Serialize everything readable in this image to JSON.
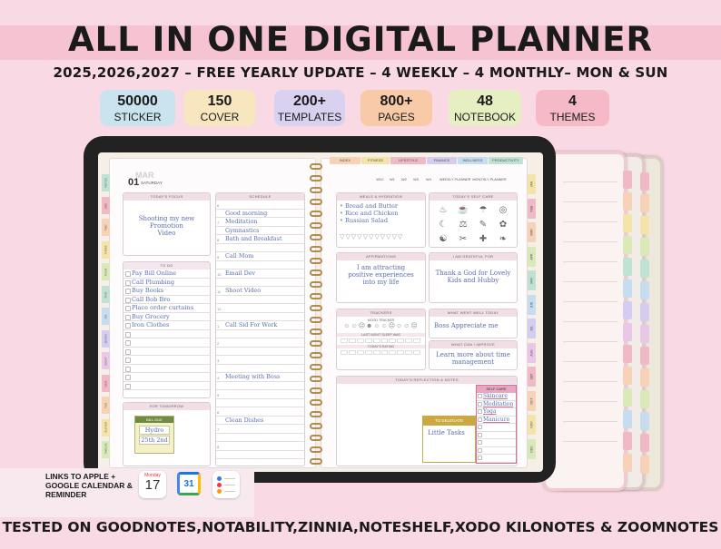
{
  "header": {
    "title": "ALL IN ONE DIGITAL PLANNER",
    "subtitle": "2025,2026,2027 – FREE YEARLY UPDATE – 4 WEEKLY – 4 MONTHLY– MON & SUN"
  },
  "badges": [
    {
      "number": "50000",
      "label": "STICKER",
      "color": "#c9e3ef"
    },
    {
      "number": "150",
      "label": "COVER",
      "color": "#f8e6bf"
    },
    {
      "number": "200+",
      "label": "TEMPLATES",
      "color": "#d8d2f0"
    },
    {
      "number": "800+",
      "label": "PAGES",
      "color": "#f8caa8"
    },
    {
      "number": "48",
      "label": "NOTEBOOK",
      "color": "#e6efc2"
    },
    {
      "number": "4",
      "label": "THEMES",
      "color": "#f5b9c7"
    }
  ],
  "planner": {
    "top_tabs": [
      "INDEX",
      "FITNESS",
      "LIFESTYLE",
      "FINANCE",
      "WELLNESS",
      "PRODUCTIVITY"
    ],
    "week_tabs": [
      "W1C",
      "W1",
      "W2",
      "W3",
      "W4",
      "WEEKLY PLANNER",
      "MONTHLY PLANNER"
    ],
    "left_tabs": [
      "NOTES",
      "ONE",
      "TWO",
      "THREE",
      "FOUR",
      "FIVE",
      "SIX",
      "SEVEN",
      "EIGHT",
      "NINE",
      "TEN",
      "ELEVEN",
      "TWELVE"
    ],
    "month_tabs": [
      "JAN",
      "FEB",
      "MAR",
      "APR",
      "MAY",
      "JUN",
      "JUL",
      "AUG",
      "SEP",
      "OCT",
      "NOV",
      "DEC"
    ],
    "date": {
      "day": "01",
      "month": "MAR",
      "weekday": "SATURDAY"
    },
    "focus": {
      "header": "TODAY'S FOCUS",
      "lines": [
        "Shooting my new",
        "Promotion",
        "Video"
      ]
    },
    "todo": {
      "header": "TO DO",
      "items": [
        "Pay Bill Online",
        "Call Plumbing",
        "Buy Books",
        "Call Bob Bro",
        "Place order curtains",
        "Buy Grocery",
        "Iron Clothes"
      ]
    },
    "tomorrow": {
      "header": "FOR TOMORROW",
      "sticker_label": "BILL DUE",
      "sticker_lines": [
        "Hydro",
        "25th 2nd"
      ]
    },
    "schedule": {
      "header": "SCHEDULE",
      "hours": [
        "6",
        "7",
        "8",
        "9",
        "10",
        "11",
        "12",
        "1",
        "2",
        "3",
        "4",
        "5",
        "6",
        "7",
        "8",
        "9",
        "10"
      ],
      "entries": [
        "",
        "Good morning",
        "Meditation",
        "Gymnastics",
        "Bath and Breakfast",
        "",
        "Call Mom",
        "",
        "Email Dev",
        "",
        "Shoot Video",
        "",
        "",
        "",
        "Call Sid For Work",
        "",
        "",
        "",
        "",
        "",
        "Meeting with Boss",
        "",
        "",
        "",
        "",
        "Clean Dishes",
        "",
        "",
        "",
        ""
      ]
    },
    "meals": {
      "header": "MEALS & HYDRATION",
      "items": [
        "Bread and Butter",
        "Rice and Chicken",
        "Russian Salad"
      ]
    },
    "selfcare_icons": {
      "header": "TODAY'S SELF CARE",
      "icons": [
        "bath-icon",
        "cup-icon",
        "shower-icon",
        "mirror-icon",
        "bed-icon",
        "dumbbell-icon",
        "book-icon",
        "plant-icon",
        "meditation-icon",
        "brush-icon",
        "pill-icon",
        "leaf-icon"
      ]
    },
    "affirmations": {
      "header": "AFFIRMATIONS",
      "lines": [
        "I am attracting",
        "positive experiences",
        "into my life"
      ]
    },
    "grateful": {
      "header": "I AM GRATEFUL FOR",
      "lines": [
        "Thank a God for Lovely",
        "Kids and Hubby"
      ]
    },
    "trackers": {
      "header": "TRACKERS",
      "mood": "MOOD TRACKER",
      "sleep": "LAST NIGHT SLEEP WAS",
      "rating": "TODAY'S RATING"
    },
    "went_well": {
      "header": "WHAT WENT WELL TODAY",
      "text": "Boss Appreciate me"
    },
    "improve": {
      "header": "WHAT CAN I IMPROVE",
      "lines": [
        "Learn more about time",
        "management"
      ]
    },
    "reflection": {
      "header": "TODAY'S REFLECTION & NOTES",
      "delegate_label": "TO DELEGATE",
      "delegate_text": "Little Tasks",
      "self_care_label": "SELF CARE",
      "self_care_items": [
        "Skincare",
        "Meditation",
        "Yoga",
        "Manicure"
      ]
    }
  },
  "info": {
    "text": "LINKS TO APPLE + GOOGLE CALENDAR & REMINDER",
    "calendar_day": "Monday",
    "calendar_date": "17",
    "gcal_date": "31"
  },
  "footer": "TESTED ON GOODNOTES,NOTABILITY,ZINNIA,NOTESHELF,XODO KILONOTES & ZOOMNOTES"
}
